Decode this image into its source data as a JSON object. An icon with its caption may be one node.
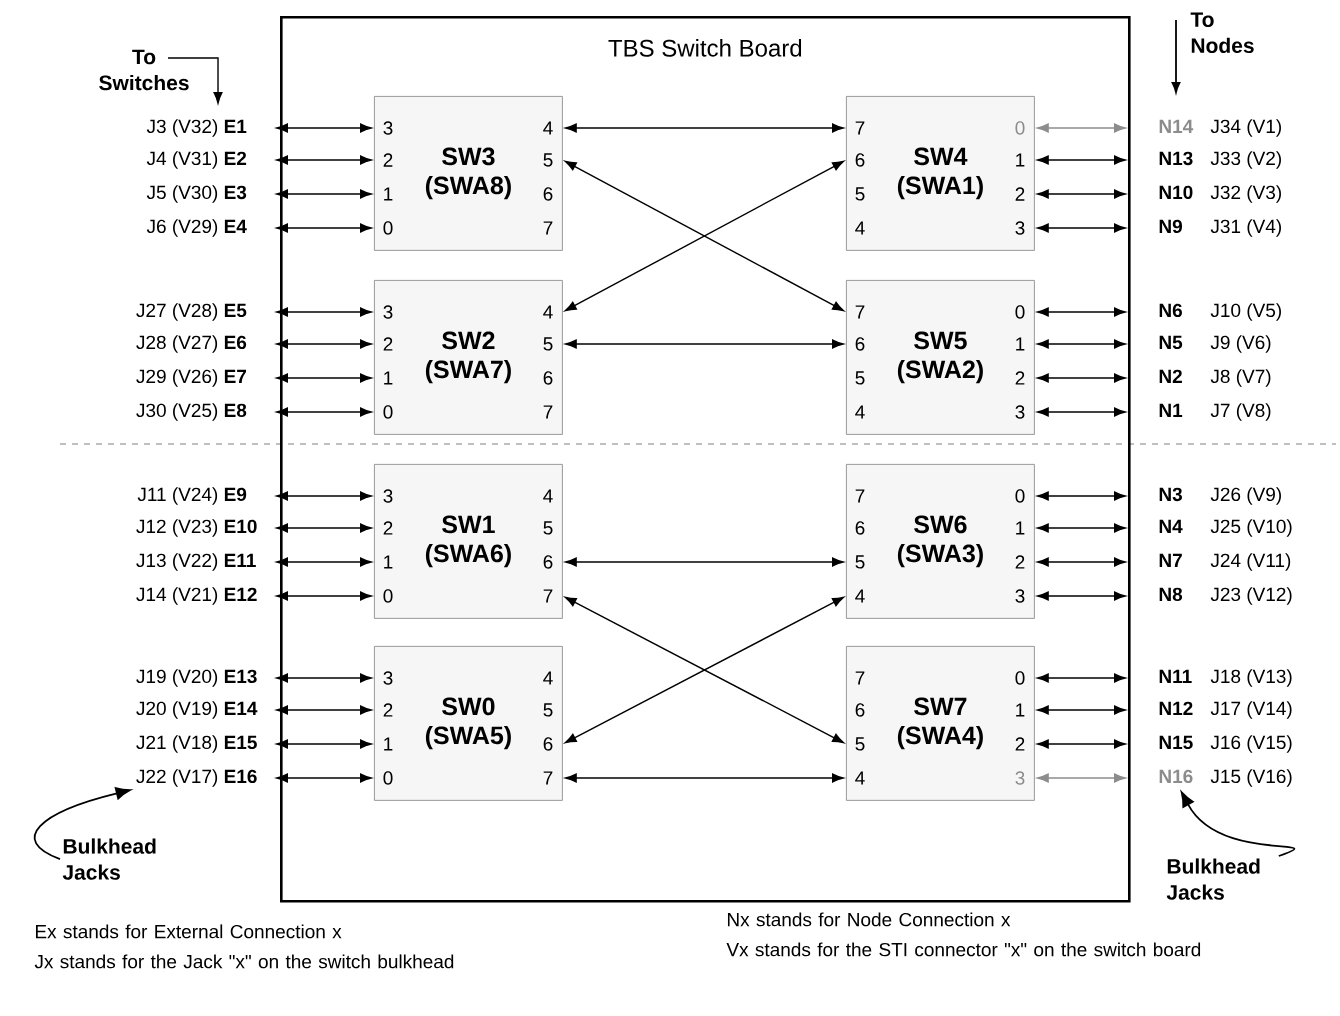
{
  "diagram": {
    "nodes": [
      {
        "text": [
          "TBS Switch Board"
        ]
      },
      {
        "text": [
          "SW3 (SWA8)",
          "3",
          "2",
          "1",
          "0",
          "4",
          "5",
          "6",
          "7"
        ],
        "in": 0
      },
      {
        "text": [
          "SW4 (SWA1)",
          "7",
          "6",
          "5",
          "4",
          "0",
          "1",
          "2",
          "3"
        ],
        "in": 0
      },
      {
        "text": [
          "SW2 (SWA7)",
          "3",
          "2",
          "1",
          "0",
          "4",
          "5",
          "6",
          "7"
        ],
        "in": 0
      },
      {
        "text": [
          "SW5 (SWA2)",
          "7",
          "6",
          "5",
          "4",
          "0",
          "1",
          "2",
          "3"
        ],
        "in": 0
      },
      {
        "text": [
          "SW1 (SWA6)",
          "3",
          "2",
          "1",
          "0",
          "4",
          "5",
          "6",
          "7"
        ],
        "in": 0
      },
      {
        "text": [
          "SW6 (SWA3)",
          "7",
          "6",
          "5",
          "4",
          "0",
          "1",
          "2",
          "3"
        ],
        "in": 0
      },
      {
        "text": [
          "SW0 (SWA5)",
          "3",
          "2",
          "1",
          "0",
          "4",
          "5",
          "6",
          "7"
        ],
        "in": 0
      },
      {
        "text": [
          "SW7 (SWA4)",
          "7",
          "6",
          "5",
          "4",
          "0",
          "1",
          "2",
          "3"
        ],
        "in": 0
      },
      {
        "text": [
          "J3 (V32)",
          "E1"
        ]
      },
      {
        "text": [
          "J4 (V31)",
          "E2"
        ]
      },
      {
        "text": [
          "J5 (V30)",
          "E3"
        ]
      },
      {
        "text": [
          "J6 (V29)",
          "E4"
        ]
      },
      {
        "text": [
          "J27 (V28)",
          "E5"
        ]
      },
      {
        "text": [
          "J28 (V27)",
          "E6"
        ]
      },
      {
        "text": [
          "J29 (V26)",
          "E7"
        ]
      },
      {
        "text": [
          "J30 (V25)",
          "E8"
        ]
      },
      {
        "text": [
          "J11 (V24)",
          "E9"
        ]
      },
      {
        "text": [
          "J12 (V23)",
          "E10"
        ]
      },
      {
        "text": [
          "J13 (V22)",
          "E11"
        ]
      },
      {
        "text": [
          "J14 (V21)",
          "E12"
        ]
      },
      {
        "text": [
          "J19 (V20)",
          "E13"
        ]
      },
      {
        "text": [
          "J20 (V19)",
          "E14"
        ]
      },
      {
        "text": [
          "J21 (V18)",
          "E15"
        ]
      },
      {
        "text": [
          "J22 (V17)",
          "E16"
        ]
      },
      {
        "text": [
          "N14",
          "J34 (V1)"
        ]
      },
      {
        "text": [
          "N13",
          "J33 (V2)"
        ]
      },
      {
        "text": [
          "N10",
          "J32 (V3)"
        ]
      },
      {
        "text": [
          "N9",
          "J31 (V4)"
        ]
      },
      {
        "text": [
          "N6",
          "J10 (V5)"
        ]
      },
      {
        "text": [
          "N5",
          "J9 (V6)"
        ]
      },
      {
        "text": [
          "N2",
          "J8 (V7)"
        ]
      },
      {
        "text": [
          "N1",
          "J7 (V8)"
        ]
      },
      {
        "text": [
          "N3",
          "J26 (V9)"
        ]
      },
      {
        "text": [
          "N4",
          "J25 (V10)"
        ]
      },
      {
        "text": [
          "N7",
          "J24 (V11)"
        ]
      },
      {
        "text": [
          "N8",
          "J23 (V12)"
        ]
      },
      {
        "text": [
          "N11",
          "J18 (V13)"
        ]
      },
      {
        "text": [
          "N12",
          "J17 (V14)"
        ]
      },
      {
        "text": [
          "N15",
          "J16 (V15)"
        ]
      },
      {
        "text": [
          "N16",
          "J15 (V16)"
        ]
      },
      {
        "text": [
          "Bulkhead Jacks"
        ]
      },
      {
        "text": [
          "Bulkhead Jacks"
        ]
      }
    ],
    "edges": [
      {
        "from": 1,
        "to": 2,
        "arrow": "both"
      },
      {
        "from": 1,
        "to": 4,
        "arrow": "both"
      },
      {
        "from": 3,
        "to": 2,
        "arrow": "both"
      },
      {
        "from": 3,
        "to": 4,
        "arrow": "both"
      },
      {
        "from": 5,
        "to": 6,
        "arrow": "both"
      },
      {
        "from": 5,
        "to": 8,
        "arrow": "both"
      },
      {
        "from": 7,
        "to": 6,
        "arrow": "both"
      },
      {
        "from": 7,
        "to": 8,
        "arrow": "both"
      },
      {
        "from": 9,
        "to": 1,
        "arrow": "both"
      },
      {
        "from": 10,
        "to": 1,
        "arrow": "both"
      },
      {
        "from": 11,
        "to": 1,
        "arrow": "both"
      },
      {
        "from": 12,
        "to": 1,
        "arrow": "both"
      },
      {
        "from": 13,
        "to": 3,
        "arrow": "both"
      },
      {
        "from": 14,
        "to": 3,
        "arrow": "both"
      },
      {
        "from": 15,
        "to": 3,
        "arrow": "both"
      },
      {
        "from": 16,
        "to": 3,
        "arrow": "both"
      },
      {
        "from": 17,
        "to": 5,
        "arrow": "both"
      },
      {
        "from": 18,
        "to": 5,
        "arrow": "both"
      },
      {
        "from": 19,
        "to": 5,
        "arrow": "both"
      },
      {
        "from": 20,
        "to": 5,
        "arrow": "both"
      },
      {
        "from": 21,
        "to": 7,
        "arrow": "both"
      },
      {
        "from": 22,
        "to": 7,
        "arrow": "both"
      },
      {
        "from": 23,
        "to": 7,
        "arrow": "both"
      },
      {
        "from": 24,
        "to": 7,
        "arrow": "both"
      },
      {
        "from": 2,
        "to": 25,
        "arrow": "both",
        "color": "#8c8c8c"
      },
      {
        "from": 2,
        "to": 26,
        "arrow": "both"
      },
      {
        "from": 2,
        "to": 27,
        "arrow": "both"
      },
      {
        "from": 2,
        "to": 28,
        "arrow": "both"
      },
      {
        "from": 4,
        "to": 29,
        "arrow": "both"
      },
      {
        "from": 4,
        "to": 30,
        "arrow": "both"
      },
      {
        "from": 4,
        "to": 31,
        "arrow": "both"
      },
      {
        "from": 4,
        "to": 32,
        "arrow": "both"
      },
      {
        "from": 6,
        "to": 33,
        "arrow": "both"
      },
      {
        "from": 6,
        "to": 34,
        "arrow": "both"
      },
      {
        "from": 6,
        "to": 35,
        "arrow": "both"
      },
      {
        "from": 6,
        "to": 36,
        "arrow": "both"
      },
      {
        "from": 8,
        "to": 37,
        "arrow": "both"
      },
      {
        "from": 8,
        "to": 38,
        "arrow": "both"
      },
      {
        "from": 8,
        "to": 39,
        "arrow": "both"
      },
      {
        "from": 8,
        "to": 40,
        "arrow": "both",
        "color": "#8c8c8c"
      },
      {
        "from": 41,
        "to": 24,
        "arrow": "to"
      },
      {
        "from": 42,
        "to": 40,
        "arrow": "to"
      }
    ],
    "labels": [
      "To Switches",
      "To Nodes",
      "Ex stands for External Connection x",
      "Jx stands for the Jack \"x\" on the switch bulkhead",
      "Nx stands for Node Connection x",
      "Vx stands for the STI connector \"x\" on the switch board"
    ]
  }
}
